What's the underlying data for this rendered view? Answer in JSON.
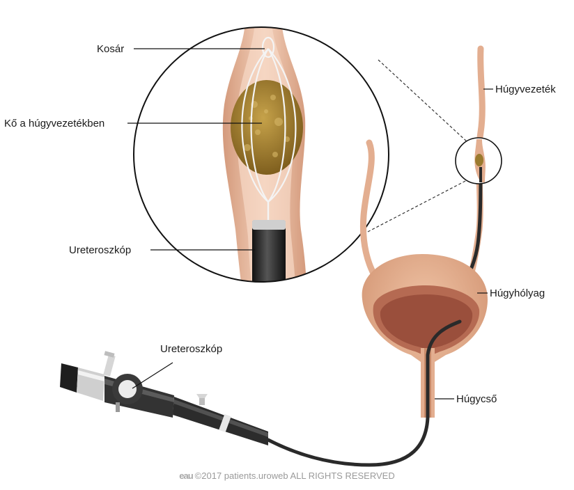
{
  "labels": {
    "kosar": "Kosár",
    "ko": "Kő a húgyvezetékben",
    "ureteroszkop_zoom": "Ureteroszkóp",
    "hugyvezetek": "Húgyvezeték",
    "hugyholyag": "Húgyhólyag",
    "ureteroszkop_device": "Ureteroszkóp",
    "hugycso": "Húgycső"
  },
  "footer": {
    "logo": "eau",
    "copyright": "©2017 patients.uroweb ALL RIGHTS RESERVED"
  },
  "colors": {
    "tissue": "#e8b89a",
    "tissue_dark": "#c98b6a",
    "bladder": "#e2a98a",
    "bladder_inner": "#a8604a",
    "stone": "#9b7a2e",
    "scope": "#2a2a2a",
    "leader": "#111111"
  }
}
